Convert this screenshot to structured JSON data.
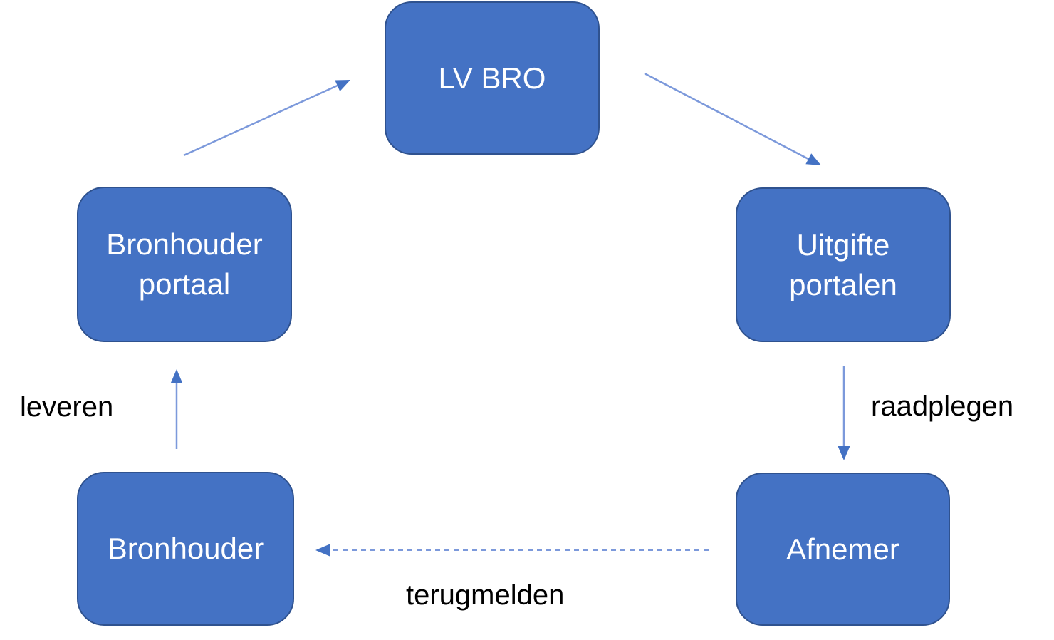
{
  "diagram": {
    "type": "flow-diagram",
    "background": "#FFFFFF",
    "nodes": {
      "lv_bro": {
        "label": "LV BRO"
      },
      "bronhouder_portaal": {
        "label": "Bronhouder portaal",
        "line1": "Bronhouder",
        "line2": "portaal"
      },
      "uitgifte_portalen": {
        "label": "Uitgifte portalen",
        "line1": "Uitgifte",
        "line2": "portalen"
      },
      "bronhouder": {
        "label": "Bronhouder"
      },
      "afnemer": {
        "label": "Afnemer"
      }
    },
    "edge_labels": {
      "leveren": "leveren",
      "raadplegen": "raadplegen",
      "terugmelden": "terugmelden"
    },
    "edges": [
      {
        "from": "Bronhouder portaal",
        "to": "LV BRO",
        "label": "",
        "style": "solid"
      },
      {
        "from": "LV BRO",
        "to": "Uitgifte portalen",
        "label": "",
        "style": "solid"
      },
      {
        "from": "Uitgifte portalen",
        "to": "Afnemer",
        "label": "raadplegen",
        "style": "solid"
      },
      {
        "from": "Afnemer",
        "to": "Bronhouder",
        "label": "terugmelden",
        "style": "dashed"
      },
      {
        "from": "Bronhouder",
        "to": "Bronhouder portaal",
        "label": "leveren",
        "style": "solid"
      }
    ],
    "colors": {
      "node_fill": "#4472C4",
      "node_border": "#2F528F",
      "node_text": "#FFFFFF",
      "arrow_line": "#7C99DB",
      "arrowhead": "#4472C4",
      "label_text": "#000000"
    }
  }
}
